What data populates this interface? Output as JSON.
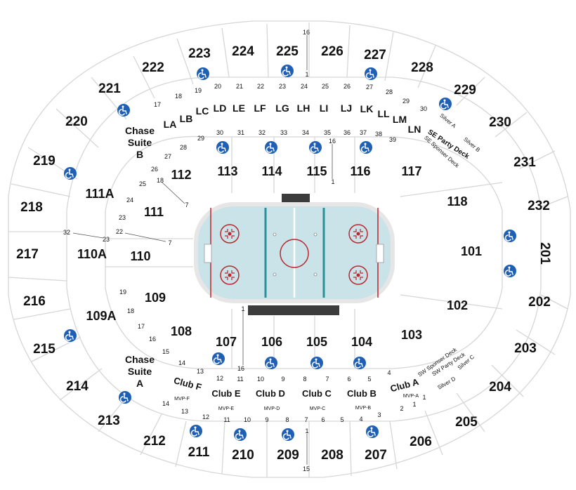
{
  "map": {
    "upper_sections": [
      {
        "label": "223"
      },
      {
        "label": "224"
      },
      {
        "label": "225"
      },
      {
        "label": "226"
      },
      {
        "label": "227"
      },
      {
        "label": "222"
      },
      {
        "label": "228"
      },
      {
        "label": "221"
      },
      {
        "label": "229"
      },
      {
        "label": "220"
      },
      {
        "label": "230"
      },
      {
        "label": "219"
      },
      {
        "label": "231"
      },
      {
        "label": "218"
      },
      {
        "label": "232"
      },
      {
        "label": "217"
      },
      {
        "label": "201"
      },
      {
        "label": "216"
      },
      {
        "label": "202"
      },
      {
        "label": "215"
      },
      {
        "label": "203"
      },
      {
        "label": "214"
      },
      {
        "label": "204"
      },
      {
        "label": "213"
      },
      {
        "label": "205"
      },
      {
        "label": "212"
      },
      {
        "label": "206"
      },
      {
        "label": "211"
      },
      {
        "label": "210"
      },
      {
        "label": "209"
      },
      {
        "label": "208"
      },
      {
        "label": "207"
      }
    ],
    "lower_sections": [
      {
        "label": "113"
      },
      {
        "label": "114"
      },
      {
        "label": "115"
      },
      {
        "label": "116"
      },
      {
        "label": "117"
      },
      {
        "label": "112"
      },
      {
        "label": "118"
      },
      {
        "label": "111A"
      },
      {
        "label": "111"
      },
      {
        "label": "110A"
      },
      {
        "label": "110"
      },
      {
        "label": "101"
      },
      {
        "label": "109"
      },
      {
        "label": "102"
      },
      {
        "label": "109A"
      },
      {
        "label": "108"
      },
      {
        "label": "103"
      },
      {
        "label": "107"
      },
      {
        "label": "106"
      },
      {
        "label": "105"
      },
      {
        "label": "104"
      }
    ],
    "suite_boxes": [
      {
        "label": "LA"
      },
      {
        "label": "LB"
      },
      {
        "label": "LC"
      },
      {
        "label": "LD"
      },
      {
        "label": "LE"
      },
      {
        "label": "LF"
      },
      {
        "label": "LG"
      },
      {
        "label": "LH"
      },
      {
        "label": "LI"
      },
      {
        "label": "LJ"
      },
      {
        "label": "LK"
      },
      {
        "label": "LL"
      },
      {
        "label": "LM"
      },
      {
        "label": "LN"
      }
    ],
    "chase_suite_b": [
      "Chase",
      "Suite",
      "B"
    ],
    "chase_suite_a": [
      "Chase",
      "Suite",
      "A"
    ],
    "clubs": [
      {
        "label": "Club F"
      },
      {
        "label": "Club E"
      },
      {
        "label": "Club D"
      },
      {
        "label": "Club C"
      },
      {
        "label": "Club B"
      },
      {
        "label": "Club A"
      }
    ],
    "mvp_labels": [
      {
        "label": "MVP-F"
      },
      {
        "label": "MVP-E"
      },
      {
        "label": "MVP-D"
      },
      {
        "label": "MVP-C"
      },
      {
        "label": "MVP-B"
      },
      {
        "label": "MVP-A"
      }
    ],
    "side_labels": [
      {
        "label": "Silver A"
      },
      {
        "label": "Silver B"
      },
      {
        "label": "SE Party Deck"
      },
      {
        "label": "SE Sponser Deck"
      },
      {
        "label": "SW Sponser Deck"
      },
      {
        "label": "SW Party Deck"
      },
      {
        "label": "Silver C"
      },
      {
        "label": "Silver D"
      }
    ],
    "row_numbers_top_outer": [
      {
        "label": "16"
      },
      {
        "label": "1"
      },
      {
        "label": "17"
      },
      {
        "label": "18"
      },
      {
        "label": "19"
      },
      {
        "label": "20"
      },
      {
        "label": "21"
      },
      {
        "label": "22"
      },
      {
        "label": "23"
      },
      {
        "label": "24"
      },
      {
        "label": "25"
      },
      {
        "label": "26"
      },
      {
        "label": "27"
      },
      {
        "label": "28"
      },
      {
        "label": "29"
      },
      {
        "label": "30"
      }
    ],
    "row_numbers_top_inner": [
      {
        "label": "29"
      },
      {
        "label": "30"
      },
      {
        "label": "31"
      },
      {
        "label": "32"
      },
      {
        "label": "33"
      },
      {
        "label": "34"
      },
      {
        "label": "35"
      },
      {
        "label": "36"
      },
      {
        "label": "37"
      },
      {
        "label": "38"
      },
      {
        "label": "39"
      },
      {
        "label": "16"
      },
      {
        "label": "28"
      },
      {
        "label": "27"
      },
      {
        "label": "26"
      },
      {
        "label": "25"
      },
      {
        "label": "24"
      },
      {
        "label": "23"
      },
      {
        "label": "18"
      },
      {
        "label": "7"
      },
      {
        "label": "1"
      }
    ],
    "row_numbers_left": [
      {
        "label": "32"
      },
      {
        "label": "23"
      },
      {
        "label": "22"
      },
      {
        "label": "7"
      },
      {
        "label": "19"
      },
      {
        "label": "18"
      },
      {
        "label": "17"
      },
      {
        "label": "16"
      },
      {
        "label": "15"
      },
      {
        "label": "14"
      },
      {
        "label": "13"
      },
      {
        "label": "16"
      },
      {
        "label": "1"
      }
    ],
    "row_numbers_bottom": [
      {
        "label": "12"
      },
      {
        "label": "11"
      },
      {
        "label": "10"
      },
      {
        "label": "9"
      },
      {
        "label": "8"
      },
      {
        "label": "7"
      },
      {
        "label": "6"
      },
      {
        "label": "5"
      },
      {
        "label": "4"
      },
      {
        "label": "1"
      },
      {
        "label": "14"
      },
      {
        "label": "13"
      },
      {
        "label": "12"
      },
      {
        "label": "11"
      },
      {
        "label": "10"
      },
      {
        "label": "9"
      },
      {
        "label": "8"
      },
      {
        "label": "7"
      },
      {
        "label": "6"
      },
      {
        "label": "5"
      },
      {
        "label": "4"
      },
      {
        "label": "3"
      },
      {
        "label": "2"
      },
      {
        "label": "1"
      },
      {
        "label": "1"
      },
      {
        "label": "15"
      }
    ],
    "colors": {
      "ice": "#c9e3e8",
      "rink_board": "#e6e6e6",
      "red_line": "#b9262e",
      "blue_line": "#2a8f97",
      "accessible_icon": "#1f5fb4",
      "bench": "#3c3c3c",
      "section_lines": "#d6d6d6"
    },
    "icons": [
      "wheelchair-accessible-icon"
    ]
  }
}
